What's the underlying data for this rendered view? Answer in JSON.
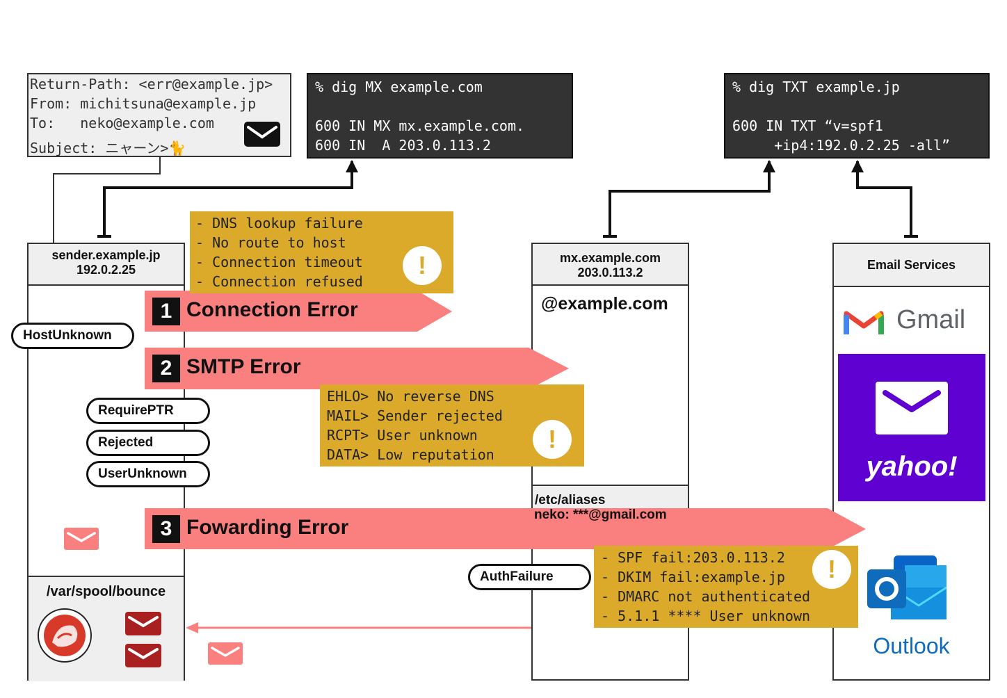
{
  "email": {
    "return_path": "Return-Path: <err@example.jp>",
    "from": "From: michitsuna@example.jp",
    "to": "To:   neko@example.com",
    "subject": "Subject: ニャーン>🐈"
  },
  "dig_mx": {
    "command": "% dig MX example.com",
    "line1": "600 IN MX mx.example.com.",
    "line2": "600 IN  A 203.0.113.2"
  },
  "dig_txt": {
    "command": "% dig TXT example.jp",
    "line1": "600 IN TXT “v=spf1",
    "line2": "     +ip4:192.0.2.25 -all”"
  },
  "sender": {
    "host": "sender.example.jp",
    "ip": "192.0.2.25"
  },
  "mx": {
    "host": "mx.example.com",
    "ip": "203.0.113.2",
    "domain": "@example.com",
    "aliases_title": "/etc/aliases",
    "aliases_entry": "neko: ***@gmail.com"
  },
  "services": {
    "title": "Email Services",
    "gmail": "Gmail",
    "yahoo": "yahoo!",
    "outlook": "Outlook"
  },
  "bounce": {
    "path": "/var/spool/bounce"
  },
  "errors": [
    {
      "num": "1",
      "label": "Connection Error"
    },
    {
      "num": "2",
      "label": "SMTP Error"
    },
    {
      "num": "3",
      "label": "Fowarding Error"
    }
  ],
  "notes": {
    "connection": [
      "- DNS lookup failure",
      "- No route to host",
      "- Connection timeout",
      "- Connection refused"
    ],
    "smtp": [
      "EHLO> No reverse DNS",
      "MAIL> Sender rejected",
      "RCPT> User unknown",
      "DATA> Low reputation"
    ],
    "forwarding": [
      "- SPF fail:203.0.113.2",
      "- DKIM fail:example.jp",
      "- DMARC not authenticated",
      "- 5.1.1 **** User unknown"
    ],
    "warn_symbol": "!"
  },
  "reasons": {
    "host_unknown": "HostUnknown",
    "require_ptr": "RequirePTR",
    "rejected": "Rejected",
    "user_unknown": "UserUnknown",
    "auth_failure": "AuthFailure"
  },
  "colors": {
    "banner": "#fa8080",
    "note": "#dbaa2b",
    "terminal": "#333333",
    "envelope_dark": "#a82020"
  }
}
